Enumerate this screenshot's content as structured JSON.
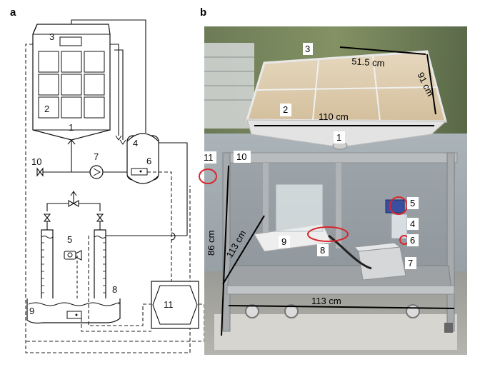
{
  "panels": {
    "a": "a",
    "b": "b"
  },
  "schematic_labels": {
    "l1": "1",
    "l2": "2",
    "l3": "3",
    "l4": "4",
    "l5": "5",
    "l6": "6",
    "l7": "7",
    "l8": "8",
    "l9": "9",
    "l10": "10",
    "l11": "11"
  },
  "photo_labels": {
    "l1": "1",
    "l2": "2",
    "l3": "3",
    "l4": "4",
    "l5": "5",
    "l6": "6",
    "l7": "7",
    "l8": "8",
    "l9": "9",
    "l10": "10",
    "l11": "11"
  },
  "dimensions": {
    "top_depth": "51.5 cm",
    "top_width_side": "91 cm",
    "top_width": "110 cm",
    "frame_height": "86 cm",
    "frame_depth": "113 cm",
    "frame_width": "113 cm"
  },
  "colors": {
    "highlight": "#d8262c",
    "line": "#111111"
  }
}
